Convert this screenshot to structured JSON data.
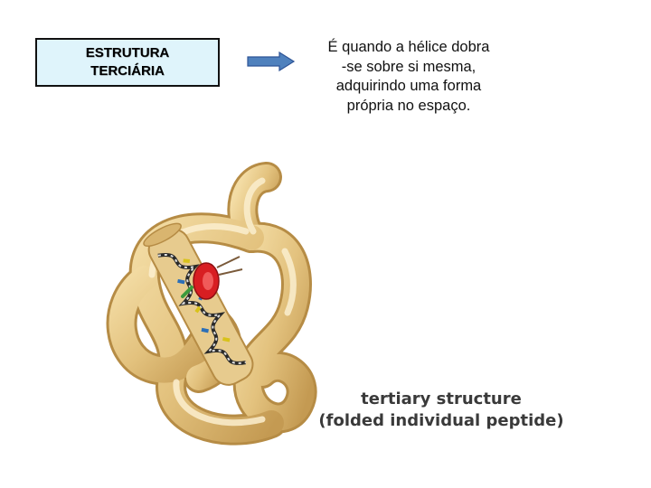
{
  "title_box": {
    "line1": "ESTRUTURA",
    "line2": "TERCIÁRIA"
  },
  "description": {
    "lines": [
      "É quando a hélice dobra",
      "-se sobre si mesma,",
      "adquirindo uma forma",
      "própria no espaço."
    ]
  },
  "caption": {
    "line1": "tertiary structure",
    "line2": "(folded individual peptide)"
  },
  "colors": {
    "box_fill": "#dff4fb",
    "arrow_fill": "#4f81bd",
    "protein_fill": "#e3c27e",
    "heme": "#d81e22"
  }
}
